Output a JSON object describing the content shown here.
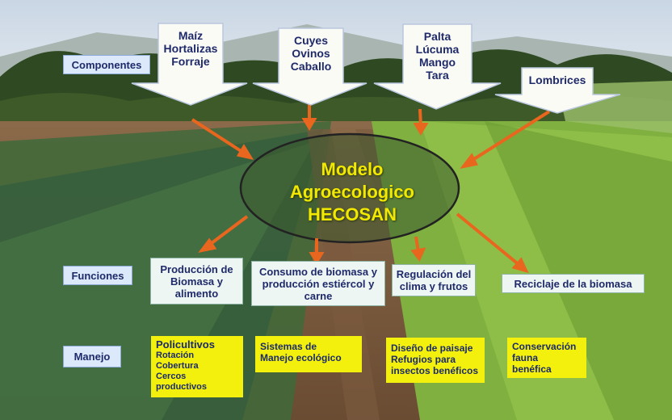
{
  "labels": {
    "componentes": "Componentes",
    "funciones": "Funciones",
    "manejo": "Manejo"
  },
  "components": [
    {
      "lines": [
        "Maíz",
        "Hortalizas",
        "Forraje"
      ]
    },
    {
      "lines": [
        "Cuyes",
        "Ovinos",
        "Caballo"
      ]
    },
    {
      "lines": [
        "Palta",
        "Lúcuma",
        "Mango",
        "Tara"
      ]
    },
    {
      "lines": [
        "Lombrices"
      ]
    }
  ],
  "model": {
    "lines": [
      "Modelo",
      "Agroecologico",
      "HECOSAN"
    ]
  },
  "functions": [
    {
      "lines": [
        "Producción de",
        "Biomasa y",
        "alimento"
      ]
    },
    {
      "lines": [
        "Consumo de biomasa y",
        "producción estiércol y",
        "carne"
      ]
    },
    {
      "lines": [
        "Regulación del",
        "clima y frutos"
      ]
    },
    {
      "lines": [
        "Reciclaje de la biomasa"
      ]
    }
  ],
  "management": [
    {
      "title": "Policultivos",
      "items": [
        "Rotación",
        "Cobertura",
        "Cercos",
        "productivos"
      ]
    },
    {
      "title": "Sistemas de",
      "items": [
        "Manejo ecológico"
      ]
    },
    {
      "title": "Diseño de paisaje",
      "items": [
        "Refugios para",
        "insectos benéficos"
      ]
    },
    {
      "title": "Conservación",
      "items": [
        "fauna",
        "benéfica"
      ]
    }
  ],
  "colors": {
    "yellow_box": "#f4f00e",
    "orange_arrow": "#e8661e",
    "title_yellow": "#f3e900",
    "label_blue": "#dbe9fb",
    "text_navy": "#1f2a6a"
  }
}
